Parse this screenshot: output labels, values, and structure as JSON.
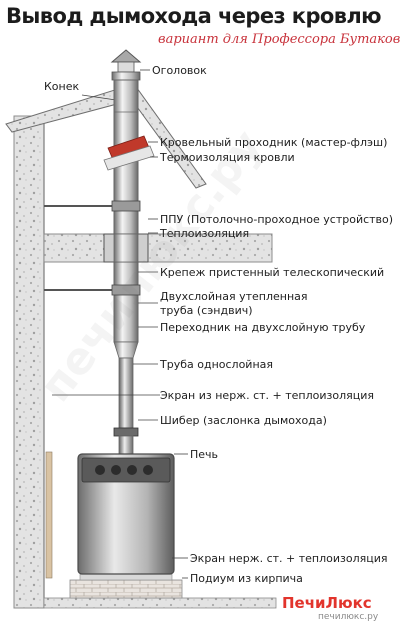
{
  "title": "Вывод дымохода через кровлю",
  "subtitle": "вариант для Профессора Бутакова",
  "roof_label": "Конек",
  "labels": [
    "Оголовок",
    "Кровельный проходник (мастер-флэш)",
    "Термоизоляция кровли",
    "ППУ (Потолочно-проходное устройство)",
    "Теплоизоляция",
    "Крепеж пристенный телескопический",
    "Двухслойная утепленная",
    "труба (сэндвич)",
    "Переходник на двухслойную трубу",
    "Труба однослойная",
    "Экран из нерж. ст. + теплоизоляция",
    "Шибер (заслонка дымохода)",
    "Печь",
    "Экран нерж. ст. + теплоизоляция",
    "Подиум из кирпича"
  ],
  "brand": {
    "name": "ПечиЛюкс",
    "site": "печилюкс.ру"
  },
  "watermark": "печилюкс.ру",
  "colors": {
    "title": "#1c1c1c",
    "accent": "#c8323b",
    "brand": "#e2342c",
    "metal": "#9a9a9a"
  }
}
